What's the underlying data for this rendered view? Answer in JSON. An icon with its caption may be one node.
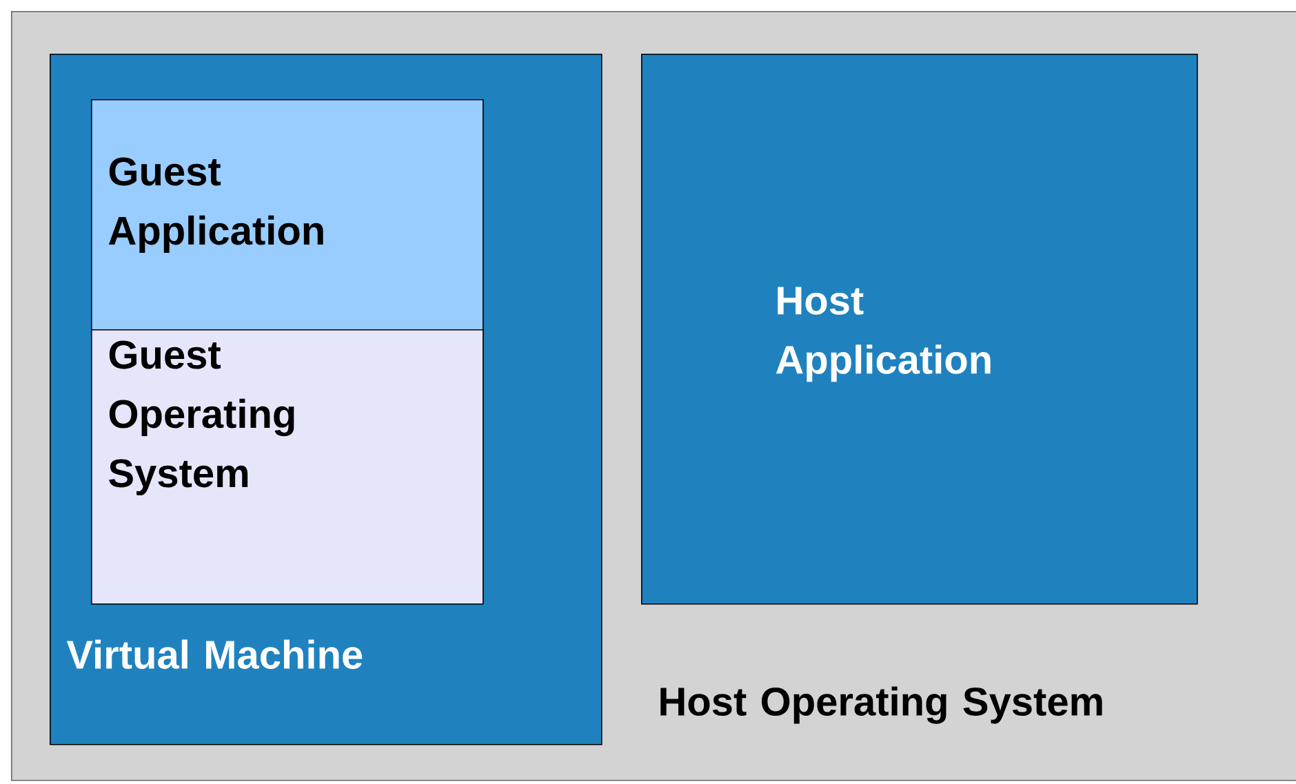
{
  "diagram": {
    "nodes": [
      {
        "text": [
          "Host Operating System"
        ]
      },
      {
        "text": [
          "Virtual Machine"
        ],
        "in": 0
      },
      {
        "text": [
          "Guest Application"
        ],
        "in": 1
      },
      {
        "text": [
          "Guest Operating System"
        ],
        "in": 1
      },
      {
        "text": [
          "Host Application"
        ],
        "in": 0
      }
    ]
  }
}
